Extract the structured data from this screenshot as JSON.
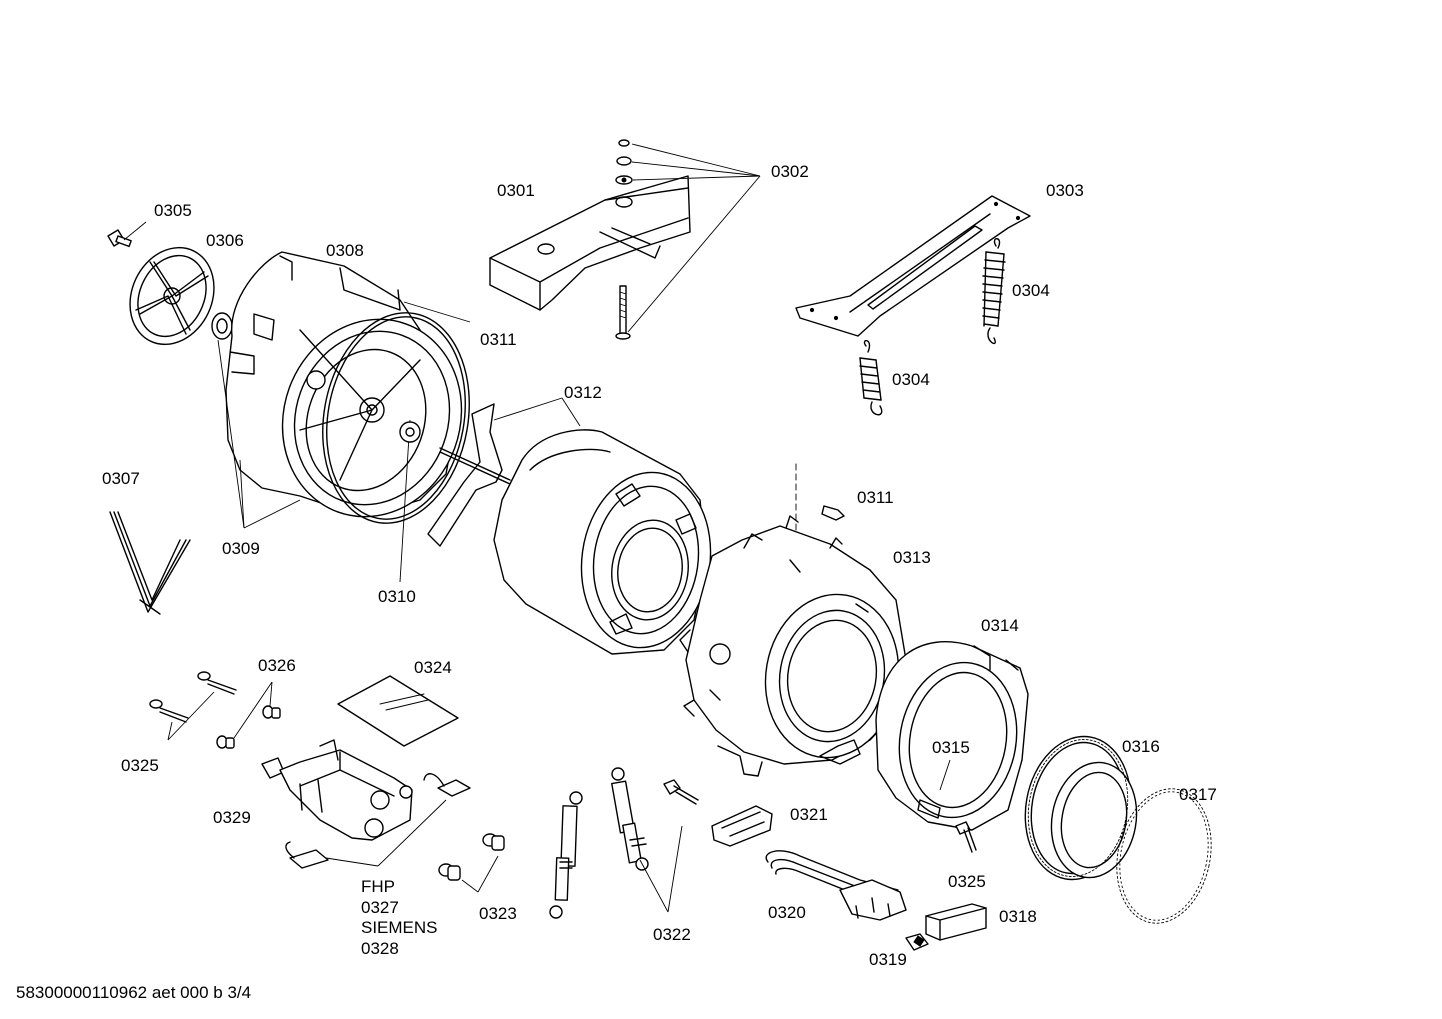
{
  "labels": {
    "p0301": "0301",
    "p0302": "0302",
    "p0303": "0303",
    "p0304a": "0304",
    "p0304b": "0304",
    "p0305": "0305",
    "p0306": "0306",
    "p0307": "0307",
    "p0308": "0308",
    "p0309": "0309",
    "p0310": "0310",
    "p0311a": "0311",
    "p0311b": "0311",
    "p0312": "0312",
    "p0313": "0313",
    "p0314": "0314",
    "p0315": "0315",
    "p0316": "0316",
    "p0317": "0317",
    "p0318": "0318",
    "p0319": "0319",
    "p0320": "0320",
    "p0321": "0321",
    "p0322": "0322",
    "p0323": "0323",
    "p0324": "0324",
    "p0325a": "0325",
    "p0325b": "0325",
    "p0326": "0326",
    "p0329": "0329",
    "fhp": "FHP",
    "p0327": "0327",
    "siemens": "SIEMENS",
    "p0328": "0328"
  },
  "footer": "58300000110962 aet 000 b 3/4"
}
